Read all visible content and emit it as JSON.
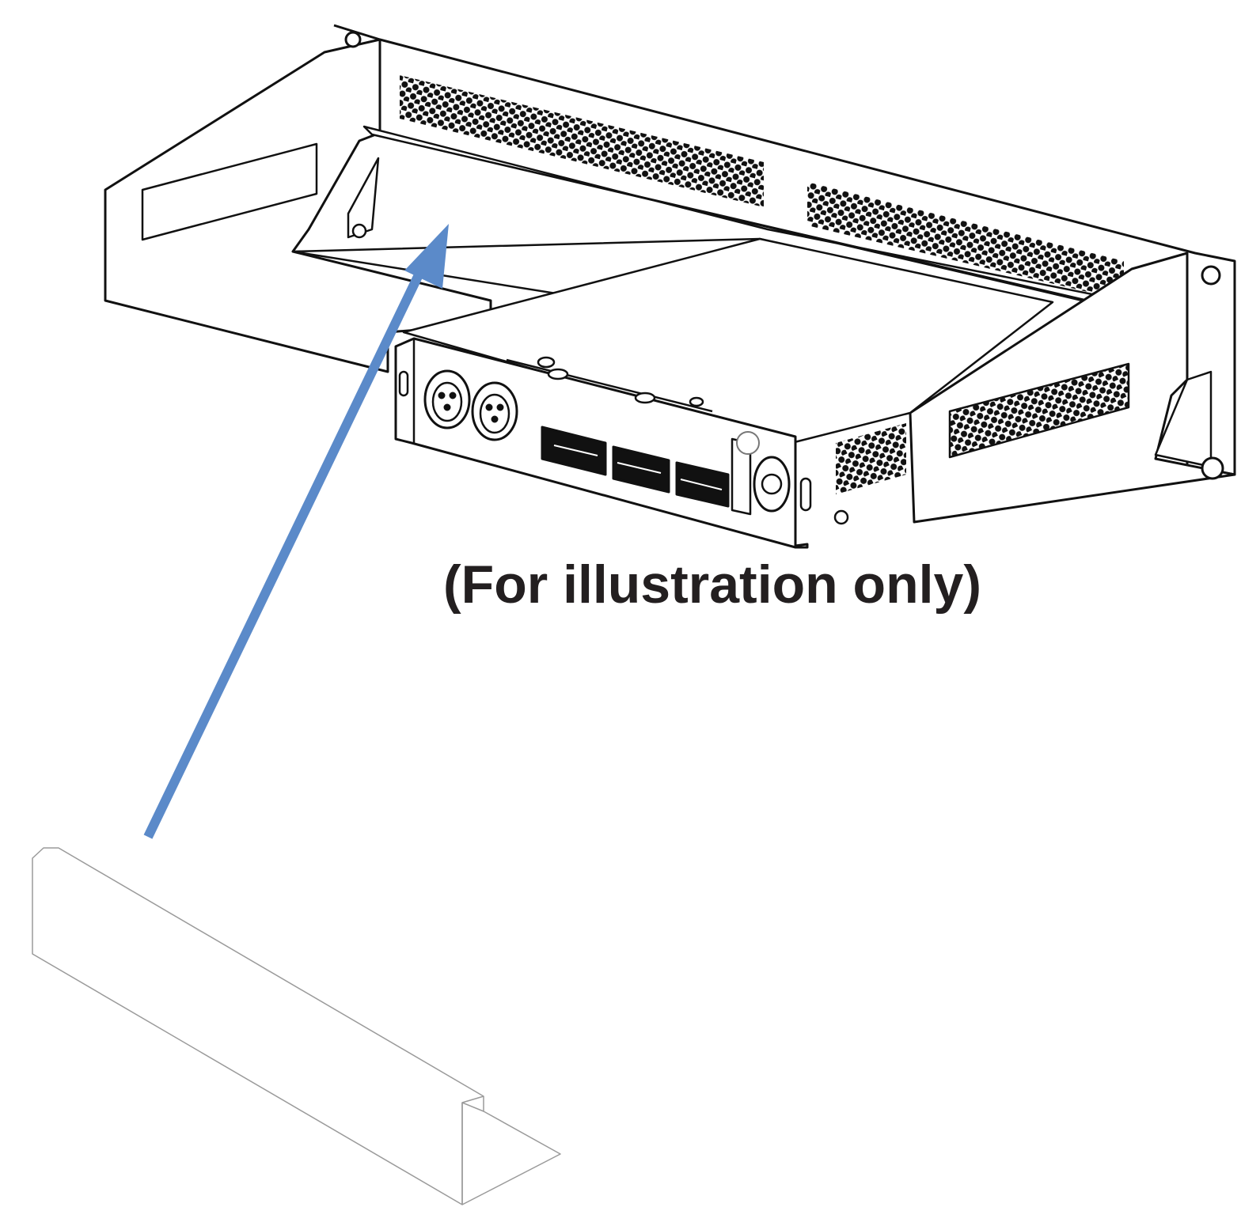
{
  "caption": "(For illustration only)",
  "colors": {
    "line": "#111111",
    "arrow": "#5b8ac9",
    "bracket_stroke": "#9a9a9a"
  },
  "icons": {
    "rack_tray": "rack-mount-tray",
    "amplifier": "amplifier-module",
    "bracket": "angle-bracket",
    "arrow": "insert-arrow"
  }
}
